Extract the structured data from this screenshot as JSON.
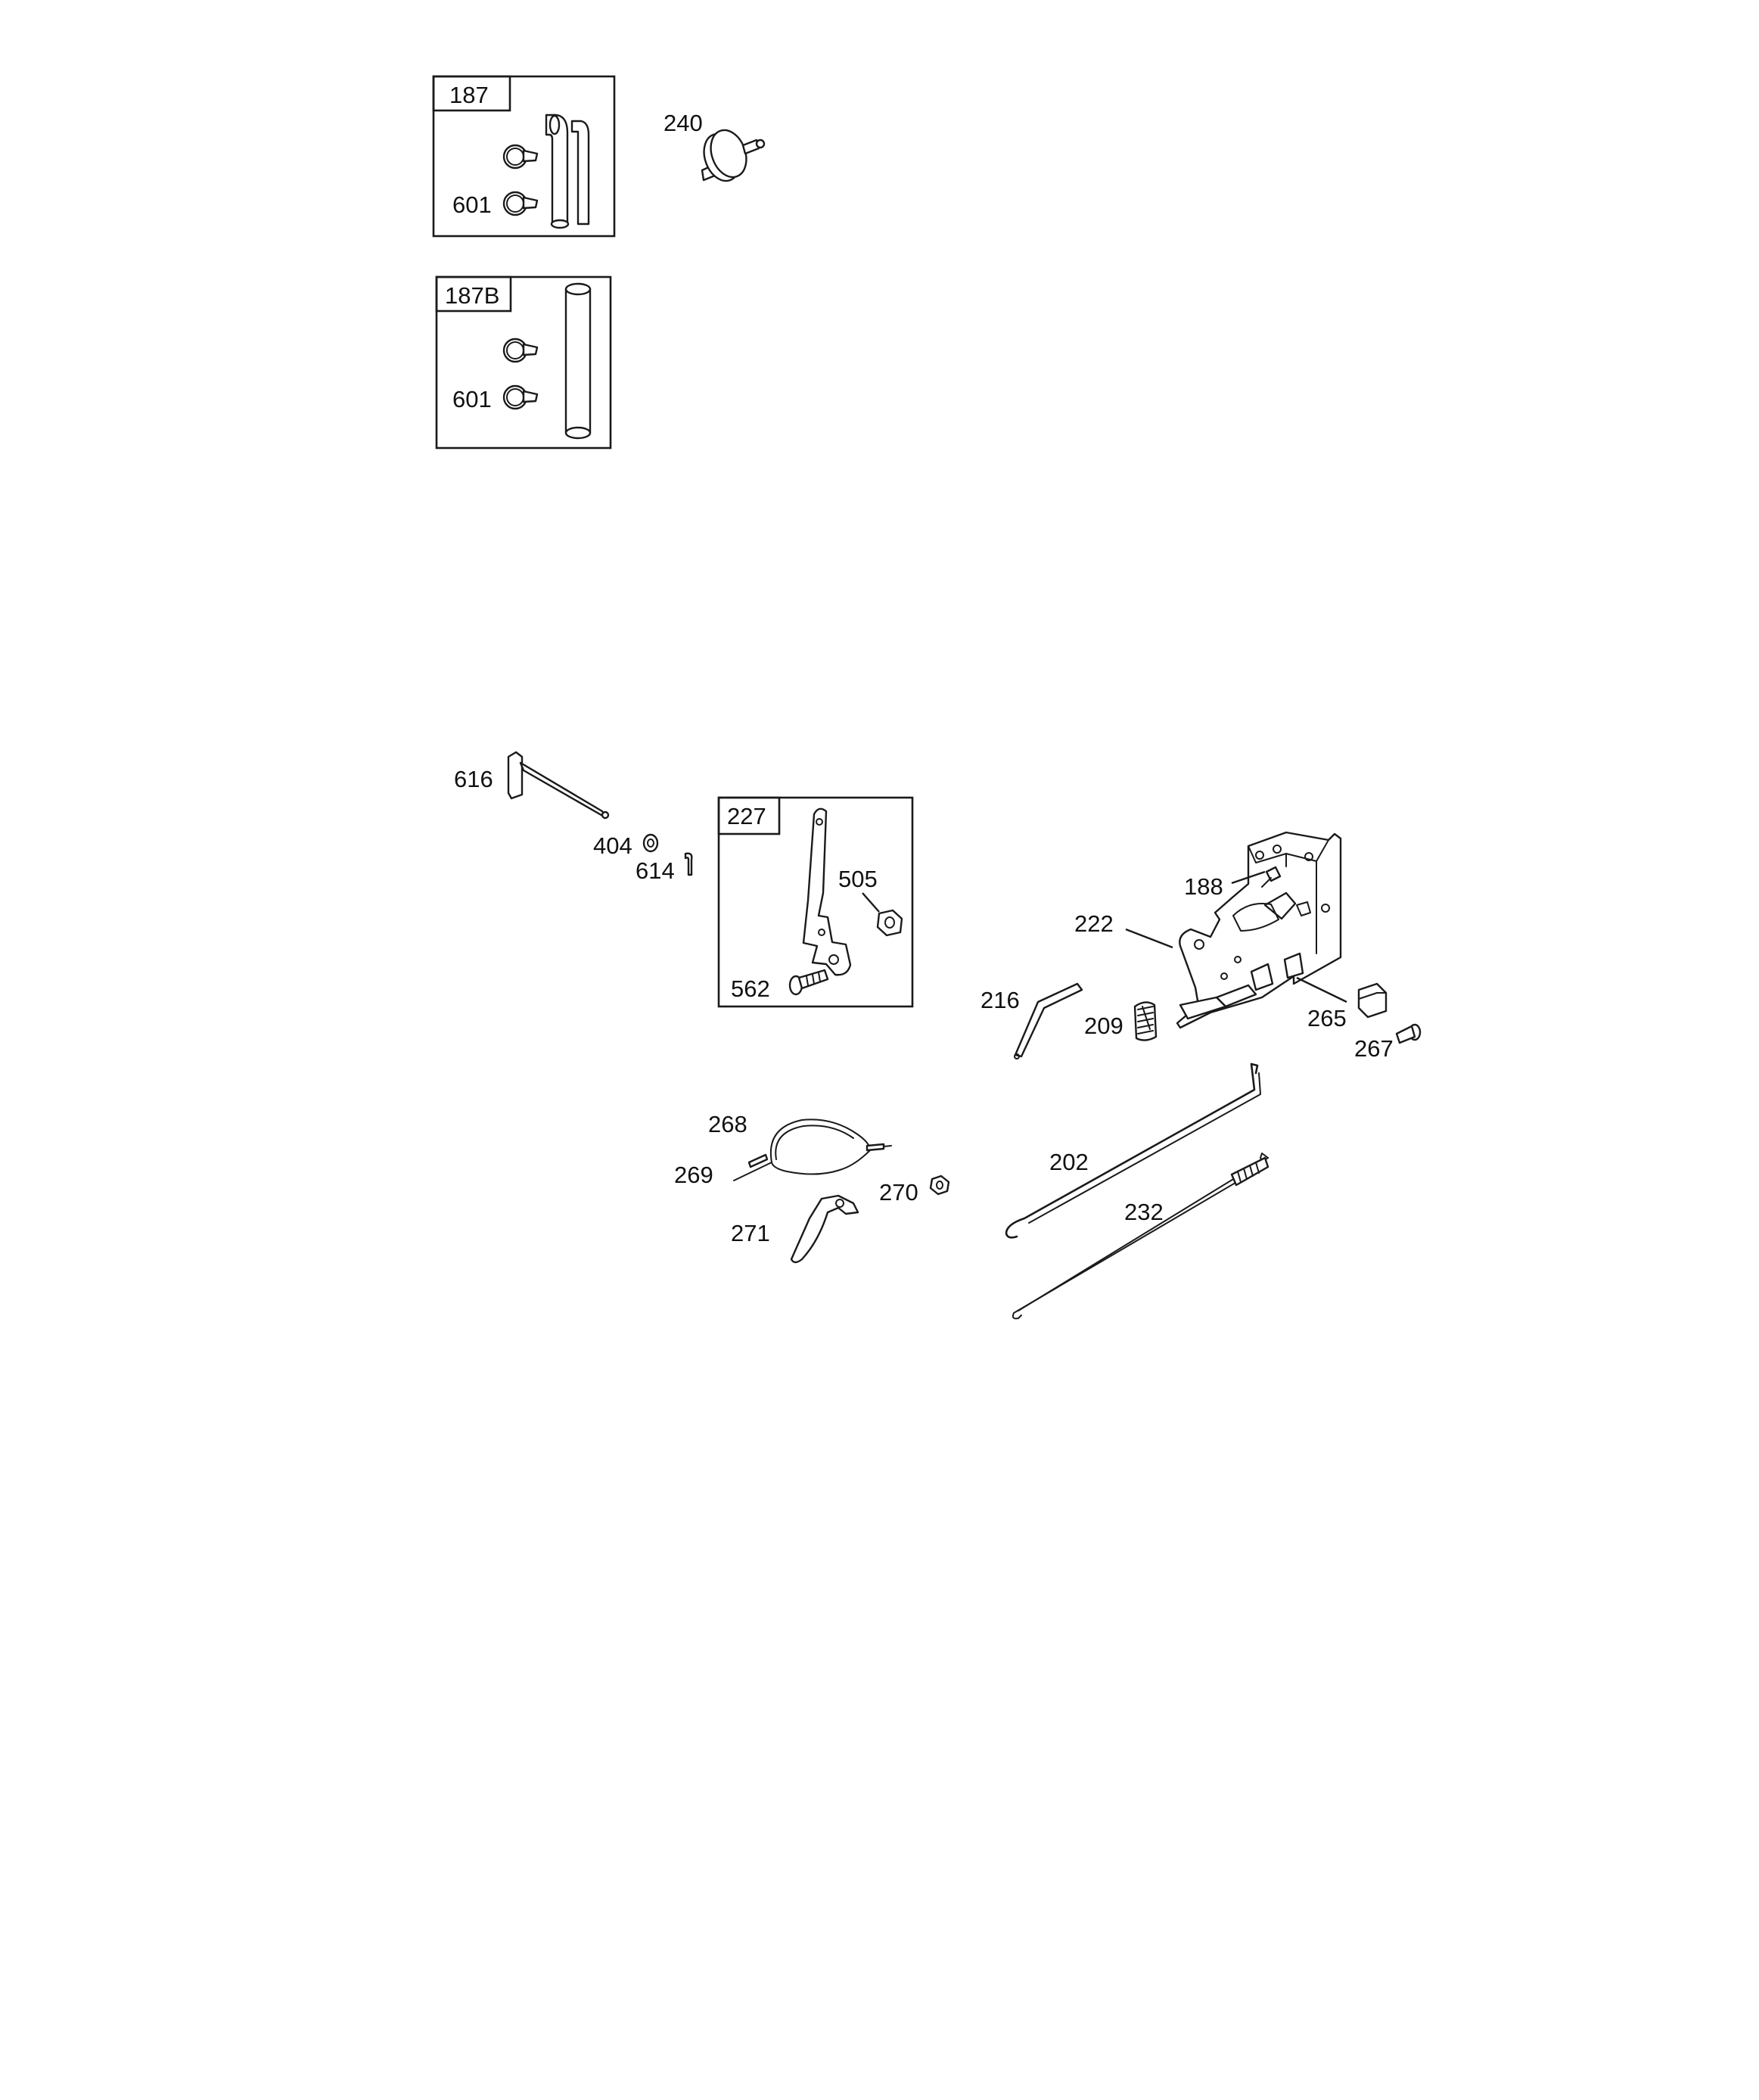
{
  "callouts": {
    "c187": "187",
    "c601a": "601",
    "c240": "240",
    "c187b": "187B",
    "c601b": "601",
    "c616": "616",
    "c404": "404",
    "c614": "614",
    "c227": "227",
    "c505": "505",
    "c562": "562",
    "c188": "188",
    "c222": "222",
    "c216": "216",
    "c209": "209",
    "c265": "265",
    "c267": "267",
    "c268": "268",
    "c269": "269",
    "c270": "270",
    "c271": "271",
    "c202": "202",
    "c232": "232"
  }
}
